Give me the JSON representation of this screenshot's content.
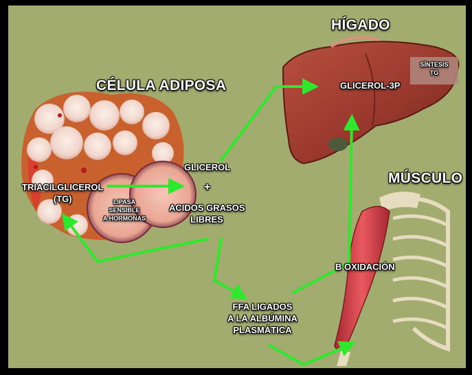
{
  "labels": {
    "celula_adiposa": "CÉLULA ADIPOSA",
    "higado": "HÍGADO",
    "musculo": "MÚSCULO",
    "triacilglicerol_line1": "TRIACILGLICEROL",
    "triacilglicerol_line2": "(TG)",
    "lipasa_line1": "LIPASA",
    "lipasa_line2": "SENSIBLE",
    "lipasa_line3": "A HORMONAS",
    "glicerol": "GLICEROL",
    "plus": "+",
    "acidos_line1": "ACIDOS GRASOS",
    "acidos_line2": "LIBRES",
    "glicerol_3p": "GLICEROL-3P",
    "sintesis_line1": "SÍNTESIS",
    "sintesis_line2": "TG",
    "b_oxidacion": "B OXIDACIÓN",
    "ffa_line1": "FFA LIGADOS",
    "ffa_line2": "A LA ALBÚMINA",
    "ffa_line3": "PLASMÁTICA"
  },
  "colors": {
    "background": "#a3ac6f",
    "arrow": "#2ee82e",
    "liver": "#9c3a2a",
    "muscle": "#d5454a",
    "bone": "#e6dcc0",
    "fat_cell": "#f4e3dc"
  }
}
